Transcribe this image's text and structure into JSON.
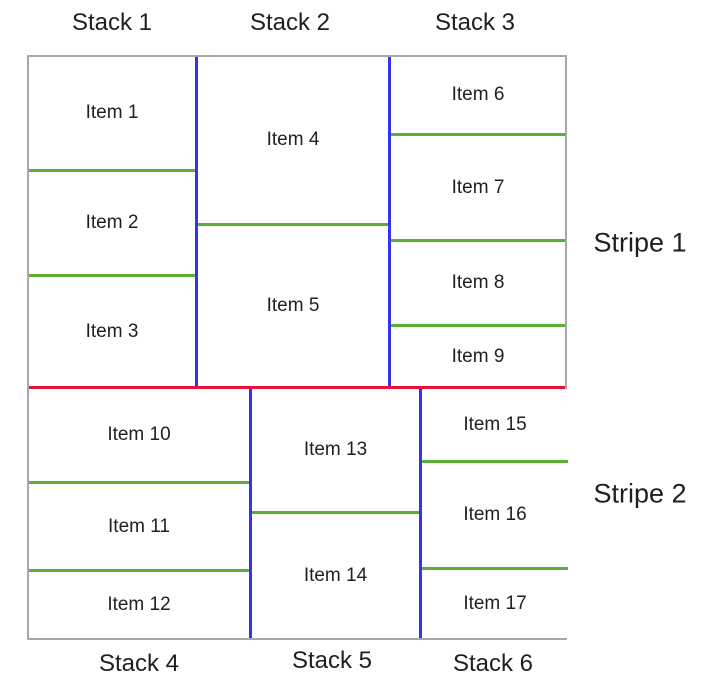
{
  "diagram": {
    "type": "strip-packing-layout",
    "stripes": [
      {
        "label": "Stripe 1",
        "stacks": [
          {
            "label": "Stack 1",
            "items": [
              "Item 1",
              "Item 2",
              "Item 3"
            ]
          },
          {
            "label": "Stack 2",
            "items": [
              "Item 4",
              "Item 5"
            ]
          },
          {
            "label": "Stack 3",
            "items": [
              "Item 6",
              "Item 7",
              "Item 8",
              "Item 9"
            ]
          }
        ]
      },
      {
        "label": "Stripe 2",
        "stacks": [
          {
            "label": "Stack 4",
            "items": [
              "Item 10",
              "Item 11",
              "Item 12"
            ]
          },
          {
            "label": "Stack 5",
            "items": [
              "Item 13",
              "Item 14"
            ]
          },
          {
            "label": "Stack 6",
            "items": [
              "Item 15",
              "Item 16",
              "Item 17"
            ]
          }
        ]
      }
    ],
    "colors": {
      "item_divider_green": "#5bb033",
      "stack_divider_blue": "#3434ee",
      "stripe_divider_red": "#e6123d",
      "container_border_gray": "#a7a7a7",
      "text": "#1f1f1f"
    }
  }
}
